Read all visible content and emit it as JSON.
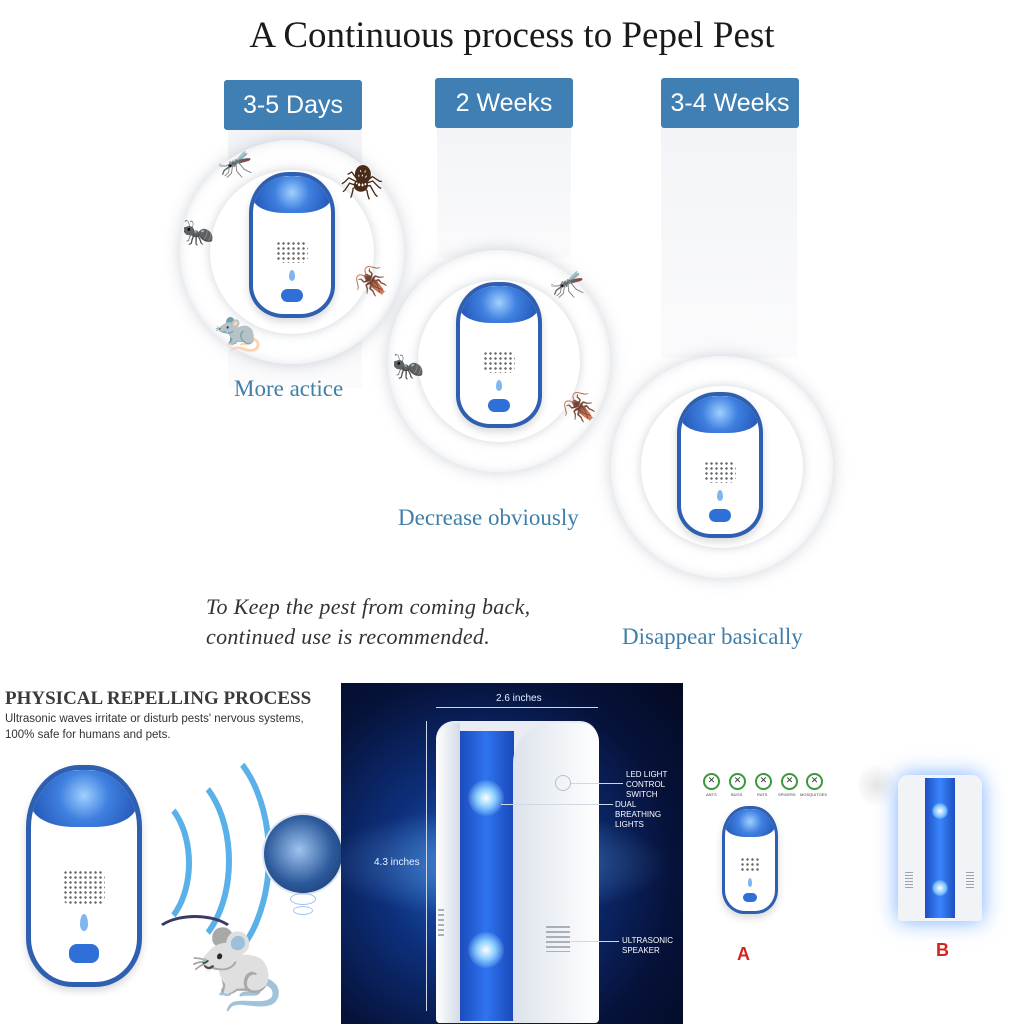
{
  "title": "A Continuous process to Pepel Pest",
  "stages": [
    {
      "badge": "3-5 Days",
      "caption": "More actice"
    },
    {
      "badge": "2 Weeks",
      "caption": "Decrease obviously"
    },
    {
      "badge": "3-4 Weeks",
      "caption": "Disappear basically"
    }
  ],
  "note": {
    "line1": "To Keep the pest from coming back,",
    "line2": "continued use is recommended."
  },
  "physical": {
    "title": "PHYSICAL REPELLING PROCESS",
    "line1": "Ultrasonic waves irritate or disturb pests' nervous systems,",
    "line2": "100% safe for humans and pets."
  },
  "product": {
    "width_label": "2.6 inches",
    "height_label": "4.3 inches",
    "callouts": {
      "switch_line1": "LED LIGHT",
      "switch_line2": "CONTROL SWITCH",
      "lights_line1": "DUAL BREATHING",
      "lights_line2": "LIGHTS",
      "speaker_line1": "ULTRASONIC",
      "speaker_line2": "SPEAKER"
    }
  },
  "pests": [
    "ANTS",
    "BUGS",
    "RATS",
    "SPIDERS",
    "MOSQUITOES"
  ],
  "variants": {
    "a": "A",
    "b": "B"
  },
  "colors": {
    "accent": "#3f7fb3",
    "device_blue": "#2f5fb0",
    "variant_red": "#d0261e"
  }
}
